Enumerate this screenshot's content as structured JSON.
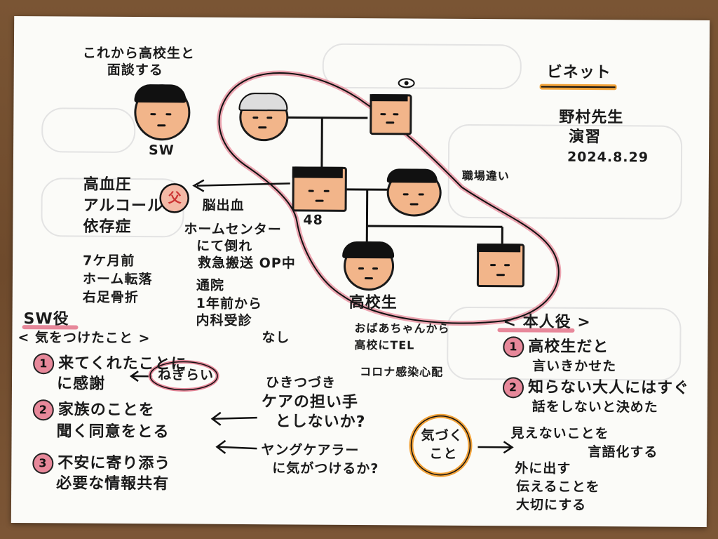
{
  "title": "ビネット",
  "meta": {
    "teacher": "野村先生",
    "practice": "演習",
    "date": "2024.8.29"
  },
  "top_note": {
    "line1": "これから高校生と",
    "line2": "面談する"
  },
  "sw_label": "SW",
  "father": {
    "badge": "父",
    "history": [
      "高血圧",
      "アルコール",
      "依存症"
    ],
    "event": [
      "脳出血",
      "ホームセンター",
      "にて倒れ",
      "救急搬送 OP中"
    ],
    "before": [
      "7ケ月前",
      "ホーム転落",
      "右足骨折"
    ],
    "hospital": [
      "通院",
      "1年前から",
      "内科受診",
      "なし"
    ],
    "age": "48"
  },
  "relation_note": "職場違い",
  "student_label": "高校生",
  "grandma_call": [
    "おばあちゃんから",
    "高校にTEL"
  ],
  "covid": "コロナ感染心配",
  "sw_role": {
    "heading": "SW役",
    "sub": "< 気をつけたこと >",
    "items": [
      {
        "num": "1",
        "lines": [
          "来てくれたことに",
          "に感謝"
        ]
      },
      {
        "num": "2",
        "lines": [
          "家族のことを",
          "聞く同意をとる"
        ]
      },
      {
        "num": "3",
        "lines": [
          "不安に寄り添う",
          "必要な情報共有"
        ]
      }
    ],
    "neg": "ねぎらい"
  },
  "questions": [
    [
      "ひきつづき",
      "ケアの担い手",
      "としないか?"
    ],
    [
      "ヤングケアラー",
      "に気がつけるか?"
    ]
  ],
  "self_role": {
    "heading": "< 本人役 >",
    "items": [
      {
        "num": "1",
        "lines": [
          "高校生だと",
          "言いきかせた"
        ]
      },
      {
        "num": "2",
        "lines": [
          "知らない大人にはすぐ",
          "話をしないと決めた"
        ]
      }
    ]
  },
  "notice": {
    "label_line1": "気づく",
    "label_line2": "こと",
    "lines": [
      "見えないことを",
      "言語化する",
      "外に出す",
      "伝えることを",
      "大切にする"
    ]
  },
  "colors": {
    "pink": "#e7889a",
    "orange": "#f2a33a",
    "skin": "#f2b58a",
    "paper": "#fbfbf8"
  }
}
